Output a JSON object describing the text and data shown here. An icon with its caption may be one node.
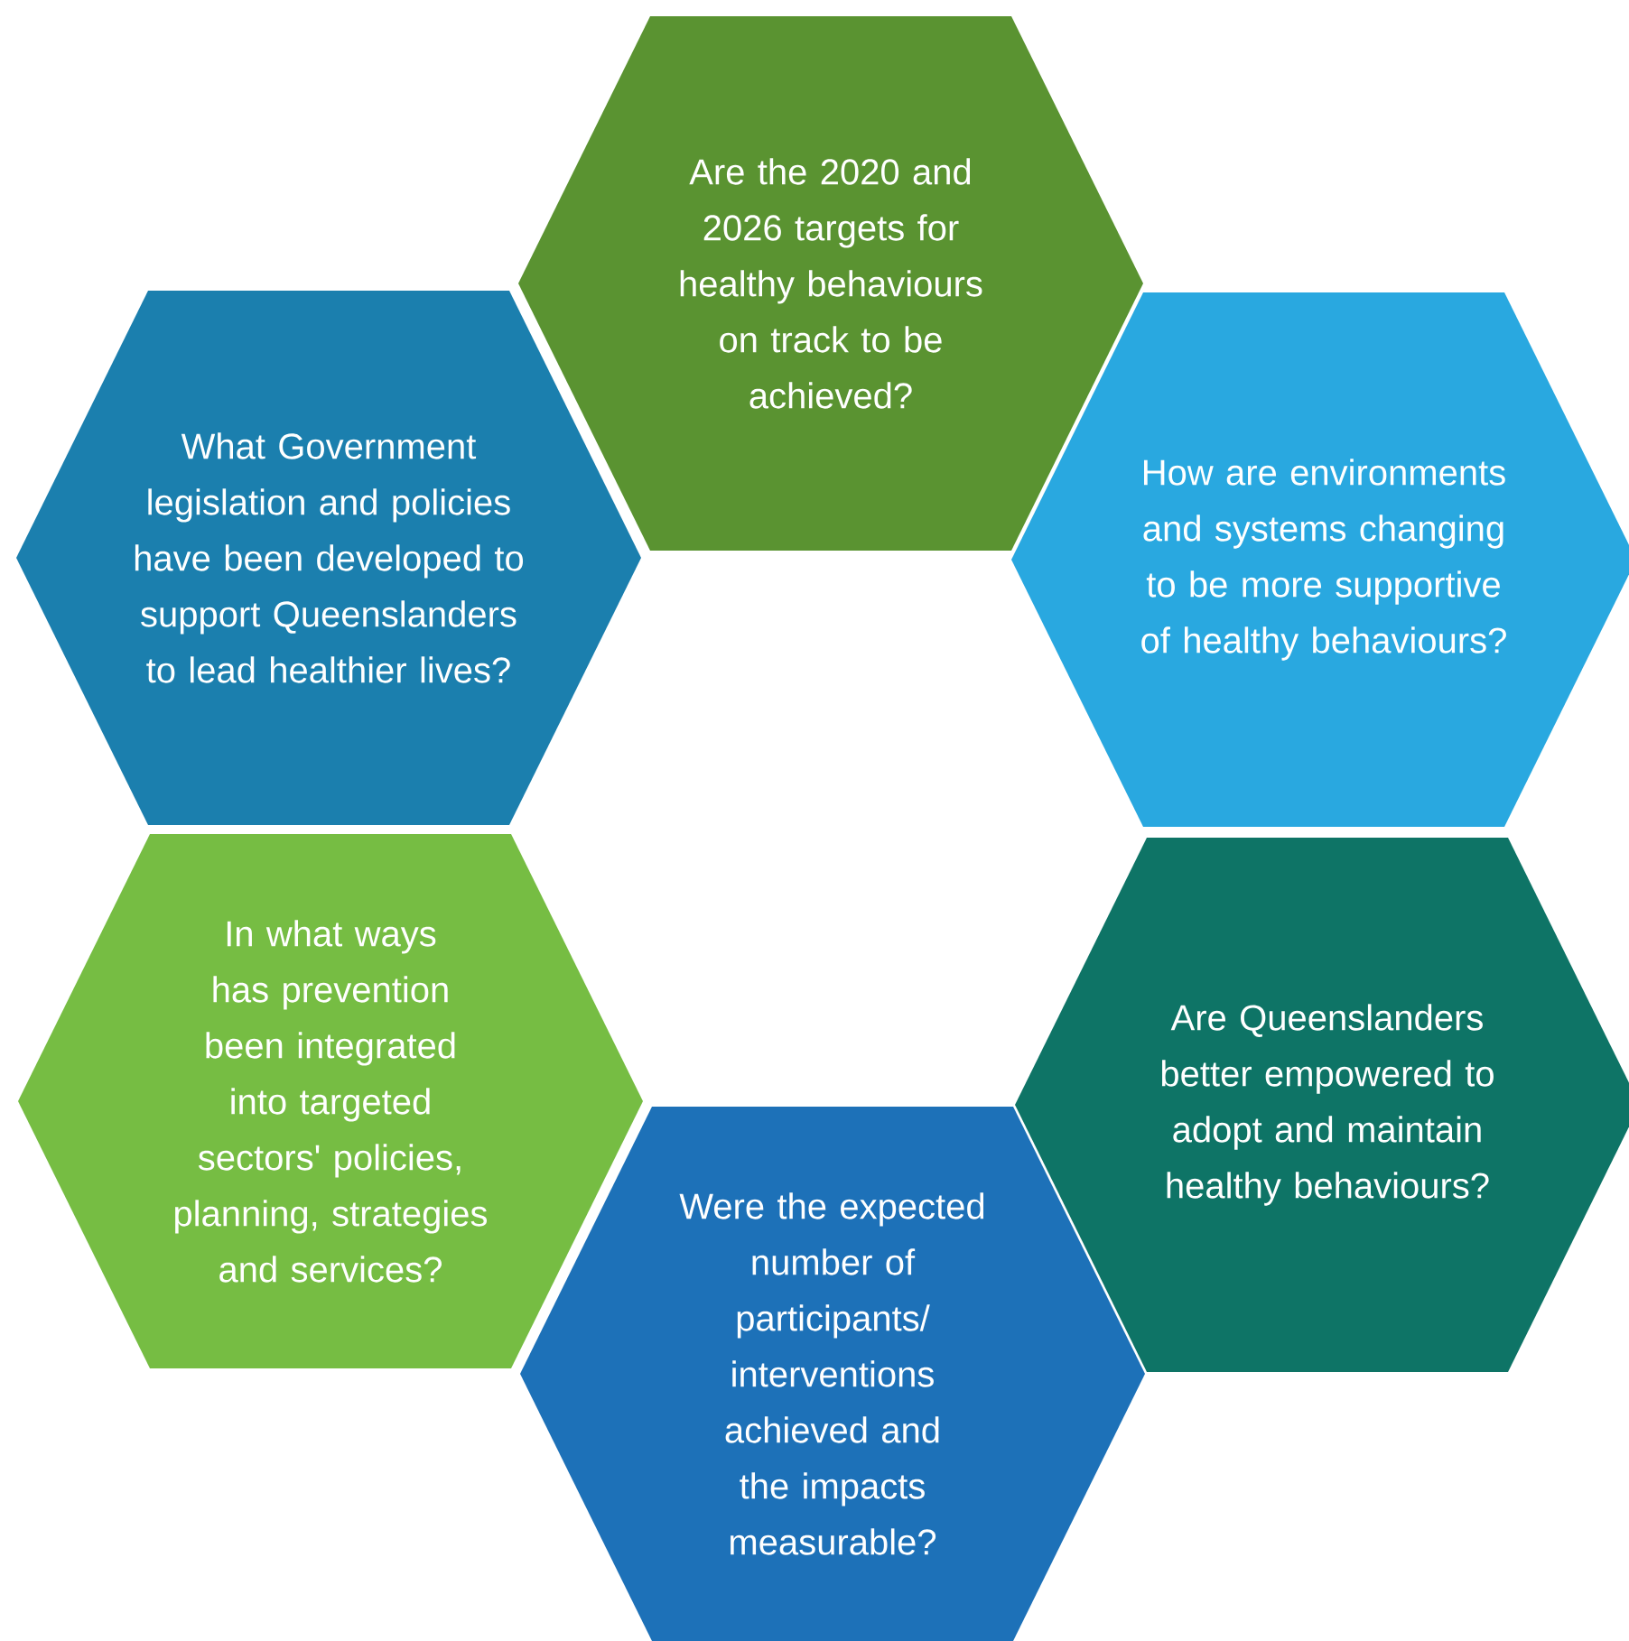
{
  "diagram": {
    "nodes": [
      {
        "text": [
          "Are the 2020 and 2026 targets for healthy behaviours on track to be achieved?"
        ]
      },
      {
        "text": [
          "What Government legislation and policies have been developed to support Queenslanders to lead healthier lives?"
        ]
      },
      {
        "text": [
          "How are environments and systems changing to be more supportive of healthy behaviours?"
        ]
      },
      {
        "text": [
          "In what ways has prevention been integrated into targeted sectors' policies, planning, strategies and services?"
        ]
      },
      {
        "text": [
          "Are Queenslanders better empowered to adopt and maintain healthy behaviours?"
        ]
      },
      {
        "text": [
          "Were the expected number of participants/ interventions achieved and the impacts measurable?"
        ]
      }
    ]
  }
}
